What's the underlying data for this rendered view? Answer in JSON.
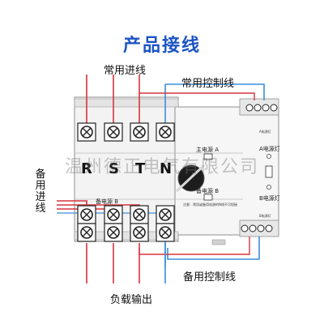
{
  "title": "产品接线",
  "labels": {
    "main_incoming": "常用进线",
    "main_control": "常用控制线",
    "backup_incoming": "备用进线",
    "backup_control": "备用控制线",
    "load_output": "负载输出"
  },
  "device": {
    "phase_letters": [
      "R",
      "S",
      "T",
      "N"
    ],
    "main_source": "主电源 A",
    "backup_source": "备电源 B",
    "backup_source_left": "备电源 B",
    "a_lamp": "A电源灯",
    "b_lamp": "B电源灯",
    "terminal_top": "A电源灯",
    "terminal_bottom": "B电源灯",
    "fine_print": "注意：常用或备用电源的N线不可短接"
  },
  "watermark": "温州德正电气有限公司",
  "colors": {
    "title": "#1c54c4",
    "main_wire": "#d8343d",
    "control_wire": "#3a8ede",
    "device_body": "#f2f2f2",
    "device_border": "#8f8f8f"
  }
}
